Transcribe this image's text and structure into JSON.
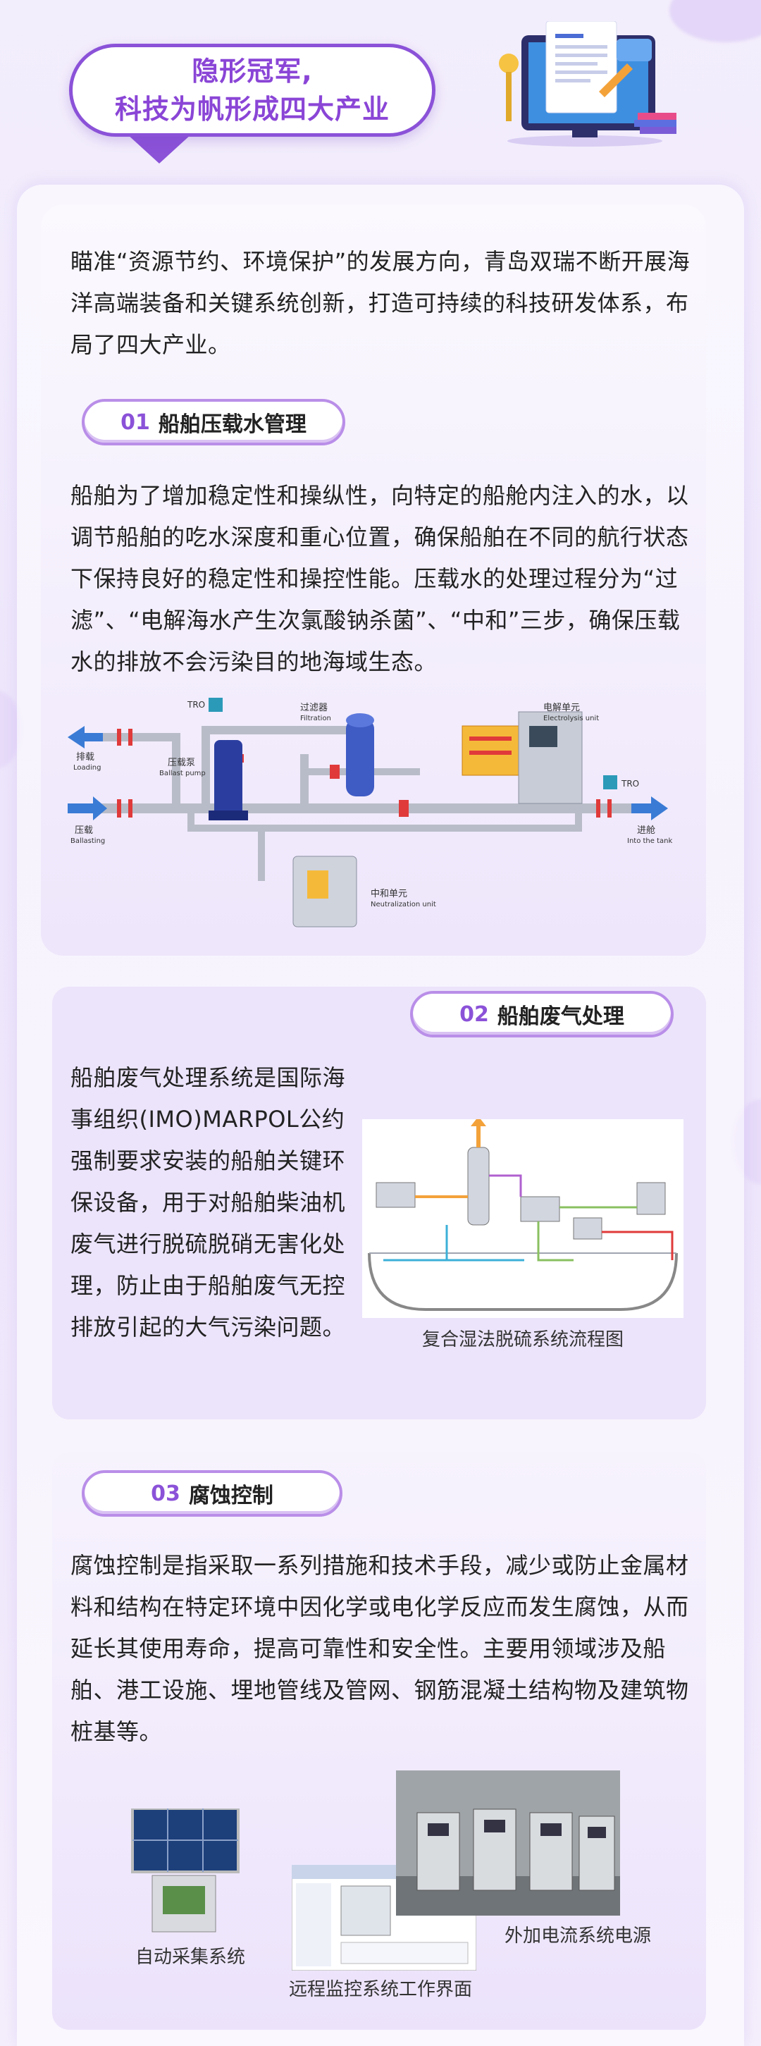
{
  "header": {
    "title_line1": "隐形冠军,",
    "title_line2": "科技为帆形成四大产业"
  },
  "intro": {
    "text": "瞄准“资源节约、环境保护”的发展方向，青岛双瑞不断开展海洋高端装备和关键系统创新，打造可持续的科技研发体系，布局了四大产业。"
  },
  "sections": [
    {
      "number": "01",
      "title": "船舶压载水管理",
      "text": "船舶为了增加稳定性和操纵性，向特定的船舱内注入的水，以调节船舶的吃水深度和重心位置，确保船舶在不同的航行状态下保持良好的稳定性和操控性能。压载水的处理过程分为“过滤”、“电解海水产生次氯酸钠杀菌”、“中和”三步，确保压载水的排放不会污染目的地海域生态。",
      "diagram_labels": {
        "tro_top": "TRO",
        "filter_cn": "过滤器",
        "filter_en": "Filtration",
        "electrolysis_cn": "电解单元",
        "electrolysis_en": "Electrolysis unit",
        "discharge_cn": "排载",
        "discharge_en": "Loading",
        "pump_cn": "压载泵",
        "pump_en": "Ballast pump",
        "tro_right": "TRO",
        "ballast_cn": "压载",
        "ballast_en": "Ballasting",
        "into_cn": "进舱",
        "into_en": "Into the tank",
        "neutral_cn": "中和单元",
        "neutral_en": "Neutralization unit"
      }
    },
    {
      "number": "02",
      "title": "船舶废气处理",
      "text": "船舶废气处理系统是国际海事组织(IMO)MARPOL公约强制要求安装的船舶关键环保设备，用于对船舶柴油机废气进行脱硫脱硝无害化处理，防止由于船舶废气无控排放引起的大气污染问题。",
      "figure_caption": "复合湿法脱硫系统流程图"
    },
    {
      "number": "03",
      "title": "腐蚀控制",
      "text": "腐蚀控制是指采取一系列措施和技术手段，减少或防止金属材料和结构在特定环境中因化学或电化学反应而发生腐蚀，从而延长其使用寿命，提高可靠性和安全性。主要用领域涉及船舶、港工设施、埋地管线及管网、钢筋混凝土结构物及建筑物桩基等。",
      "captions": {
        "auto": "自动采集系统",
        "remote": "远程监控系统工作界面",
        "power": "外加电流系统电源"
      }
    }
  ],
  "colors": {
    "accent": "#8b52d8",
    "pill_border": "#b98ee8",
    "pipe_red": "#e03a3a",
    "pipe_blue": "#3a7bd5"
  }
}
